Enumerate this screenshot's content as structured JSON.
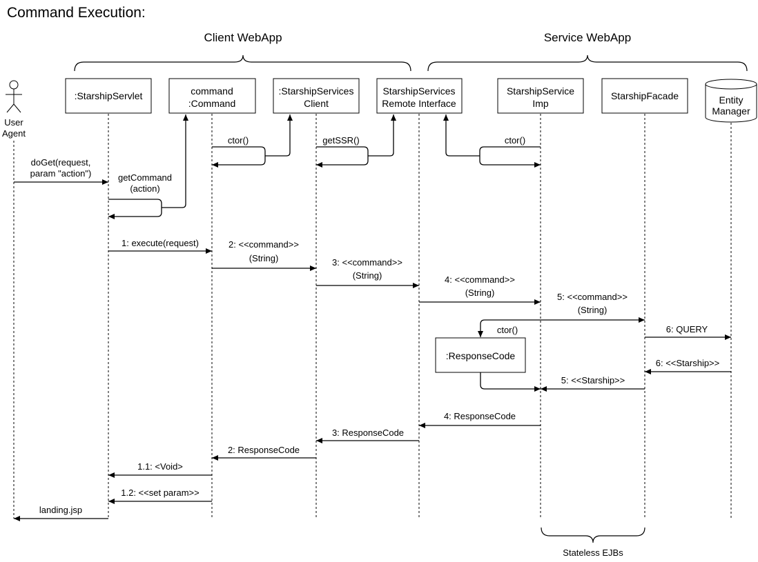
{
  "title": "Command Execution:",
  "groups": {
    "client": "Client WebApp",
    "service": "Service WebApp",
    "ejbs": "Stateless EJBs"
  },
  "actor": {
    "line1": "User",
    "line2": "Agent"
  },
  "participants": {
    "servlet": {
      "line1": ":StarshipServlet"
    },
    "command": {
      "line1": "command",
      "line2": ":Command"
    },
    "client": {
      "line1": ":StarshipServices",
      "line2": "Client"
    },
    "remote": {
      "line1": "StarshipServices",
      "line2": "Remote Interface"
    },
    "imp": {
      "line1": "StarshipService",
      "line2": "Imp"
    },
    "facade": {
      "line1": "StarshipFacade"
    },
    "entity": {
      "line1": "Entity",
      "line2": "Manager"
    },
    "response": {
      "line1": ":ResponseCode"
    }
  },
  "messages": {
    "ctor_cmd": "ctor()",
    "getssr": "getSSR()",
    "ctor_imp": "ctor()",
    "doget1": "doGet(request,",
    "doget2": "param \"action\")",
    "getcmd1": "getCommand",
    "getcmd2": "(action)",
    "m1": "1: execute(request)",
    "m2a": "2: <<command>>",
    "m2b": "(String)",
    "m3a": "3: <<command>>",
    "m3b": "(String)",
    "m4a": "4: <<command>>",
    "m4b": "(String)",
    "m5a": "5: <<command>>",
    "m5b": "(String)",
    "ctor_resp": "ctor()",
    "m6": "6: QUERY",
    "r6": "6: <<Starship>>",
    "r5": "5: <<Starship>>",
    "r4": "4: ResponseCode",
    "r3": "3: ResponseCode",
    "r2": "2: ResponseCode",
    "r11": "1.1: <Void>",
    "r12": "1.2: <<set param>>",
    "landing": "landing.jsp"
  }
}
